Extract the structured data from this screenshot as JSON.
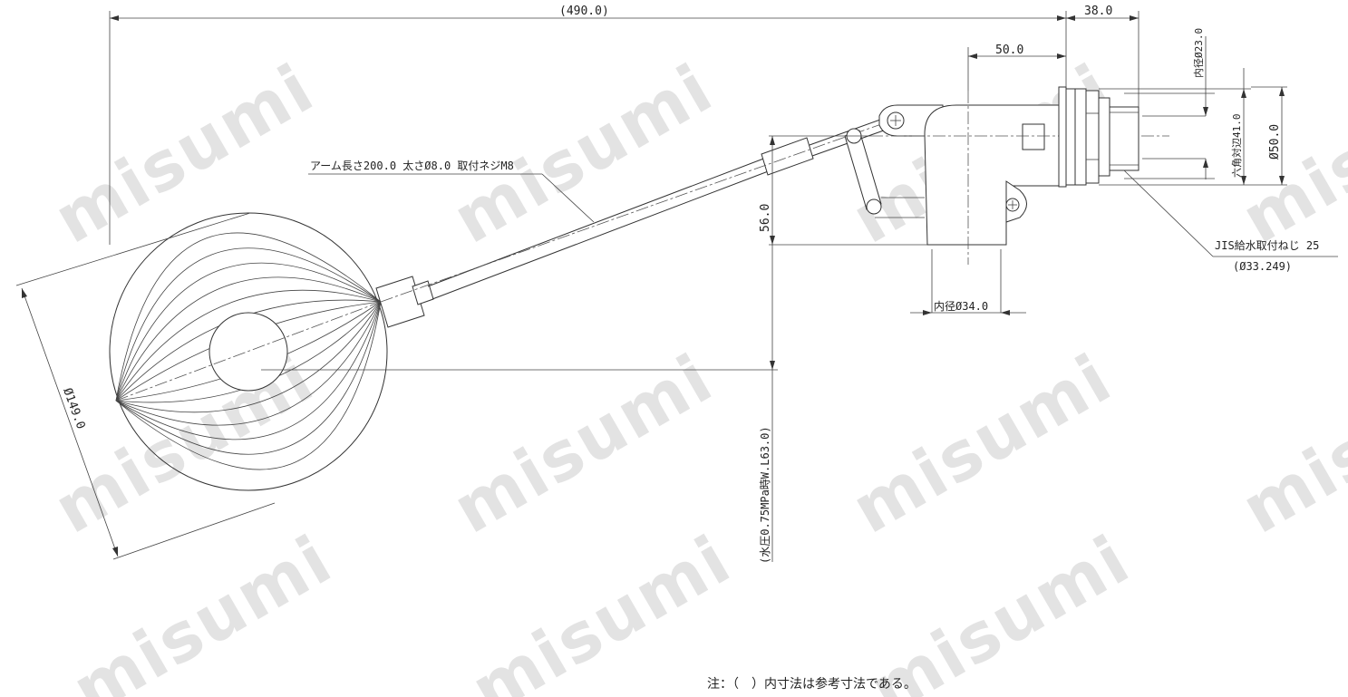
{
  "watermark": "misumi",
  "dimensions": {
    "overall_length": "(490.0)",
    "flange_length": "38.0",
    "valve_offset": "50.0",
    "inner_dia_top": "内径Ø23.0",
    "hex_across_flats": "六角対辺41.0",
    "outer_dia": "Ø50.0",
    "height": "56.0",
    "inner_dia_bottom": "内径Ø34.0",
    "ball_dia": "Ø149.0"
  },
  "callouts": {
    "arm": "アーム長さ200.0  太さØ8.0  取付ネジM8",
    "thread_line1": "JIS給水取付ねじ 25",
    "thread_line2": "(Ø33.249)",
    "pressure": "(水圧0.75MPa時W.L63.0)"
  },
  "note": "注：（　）内寸法は参考寸法である。"
}
